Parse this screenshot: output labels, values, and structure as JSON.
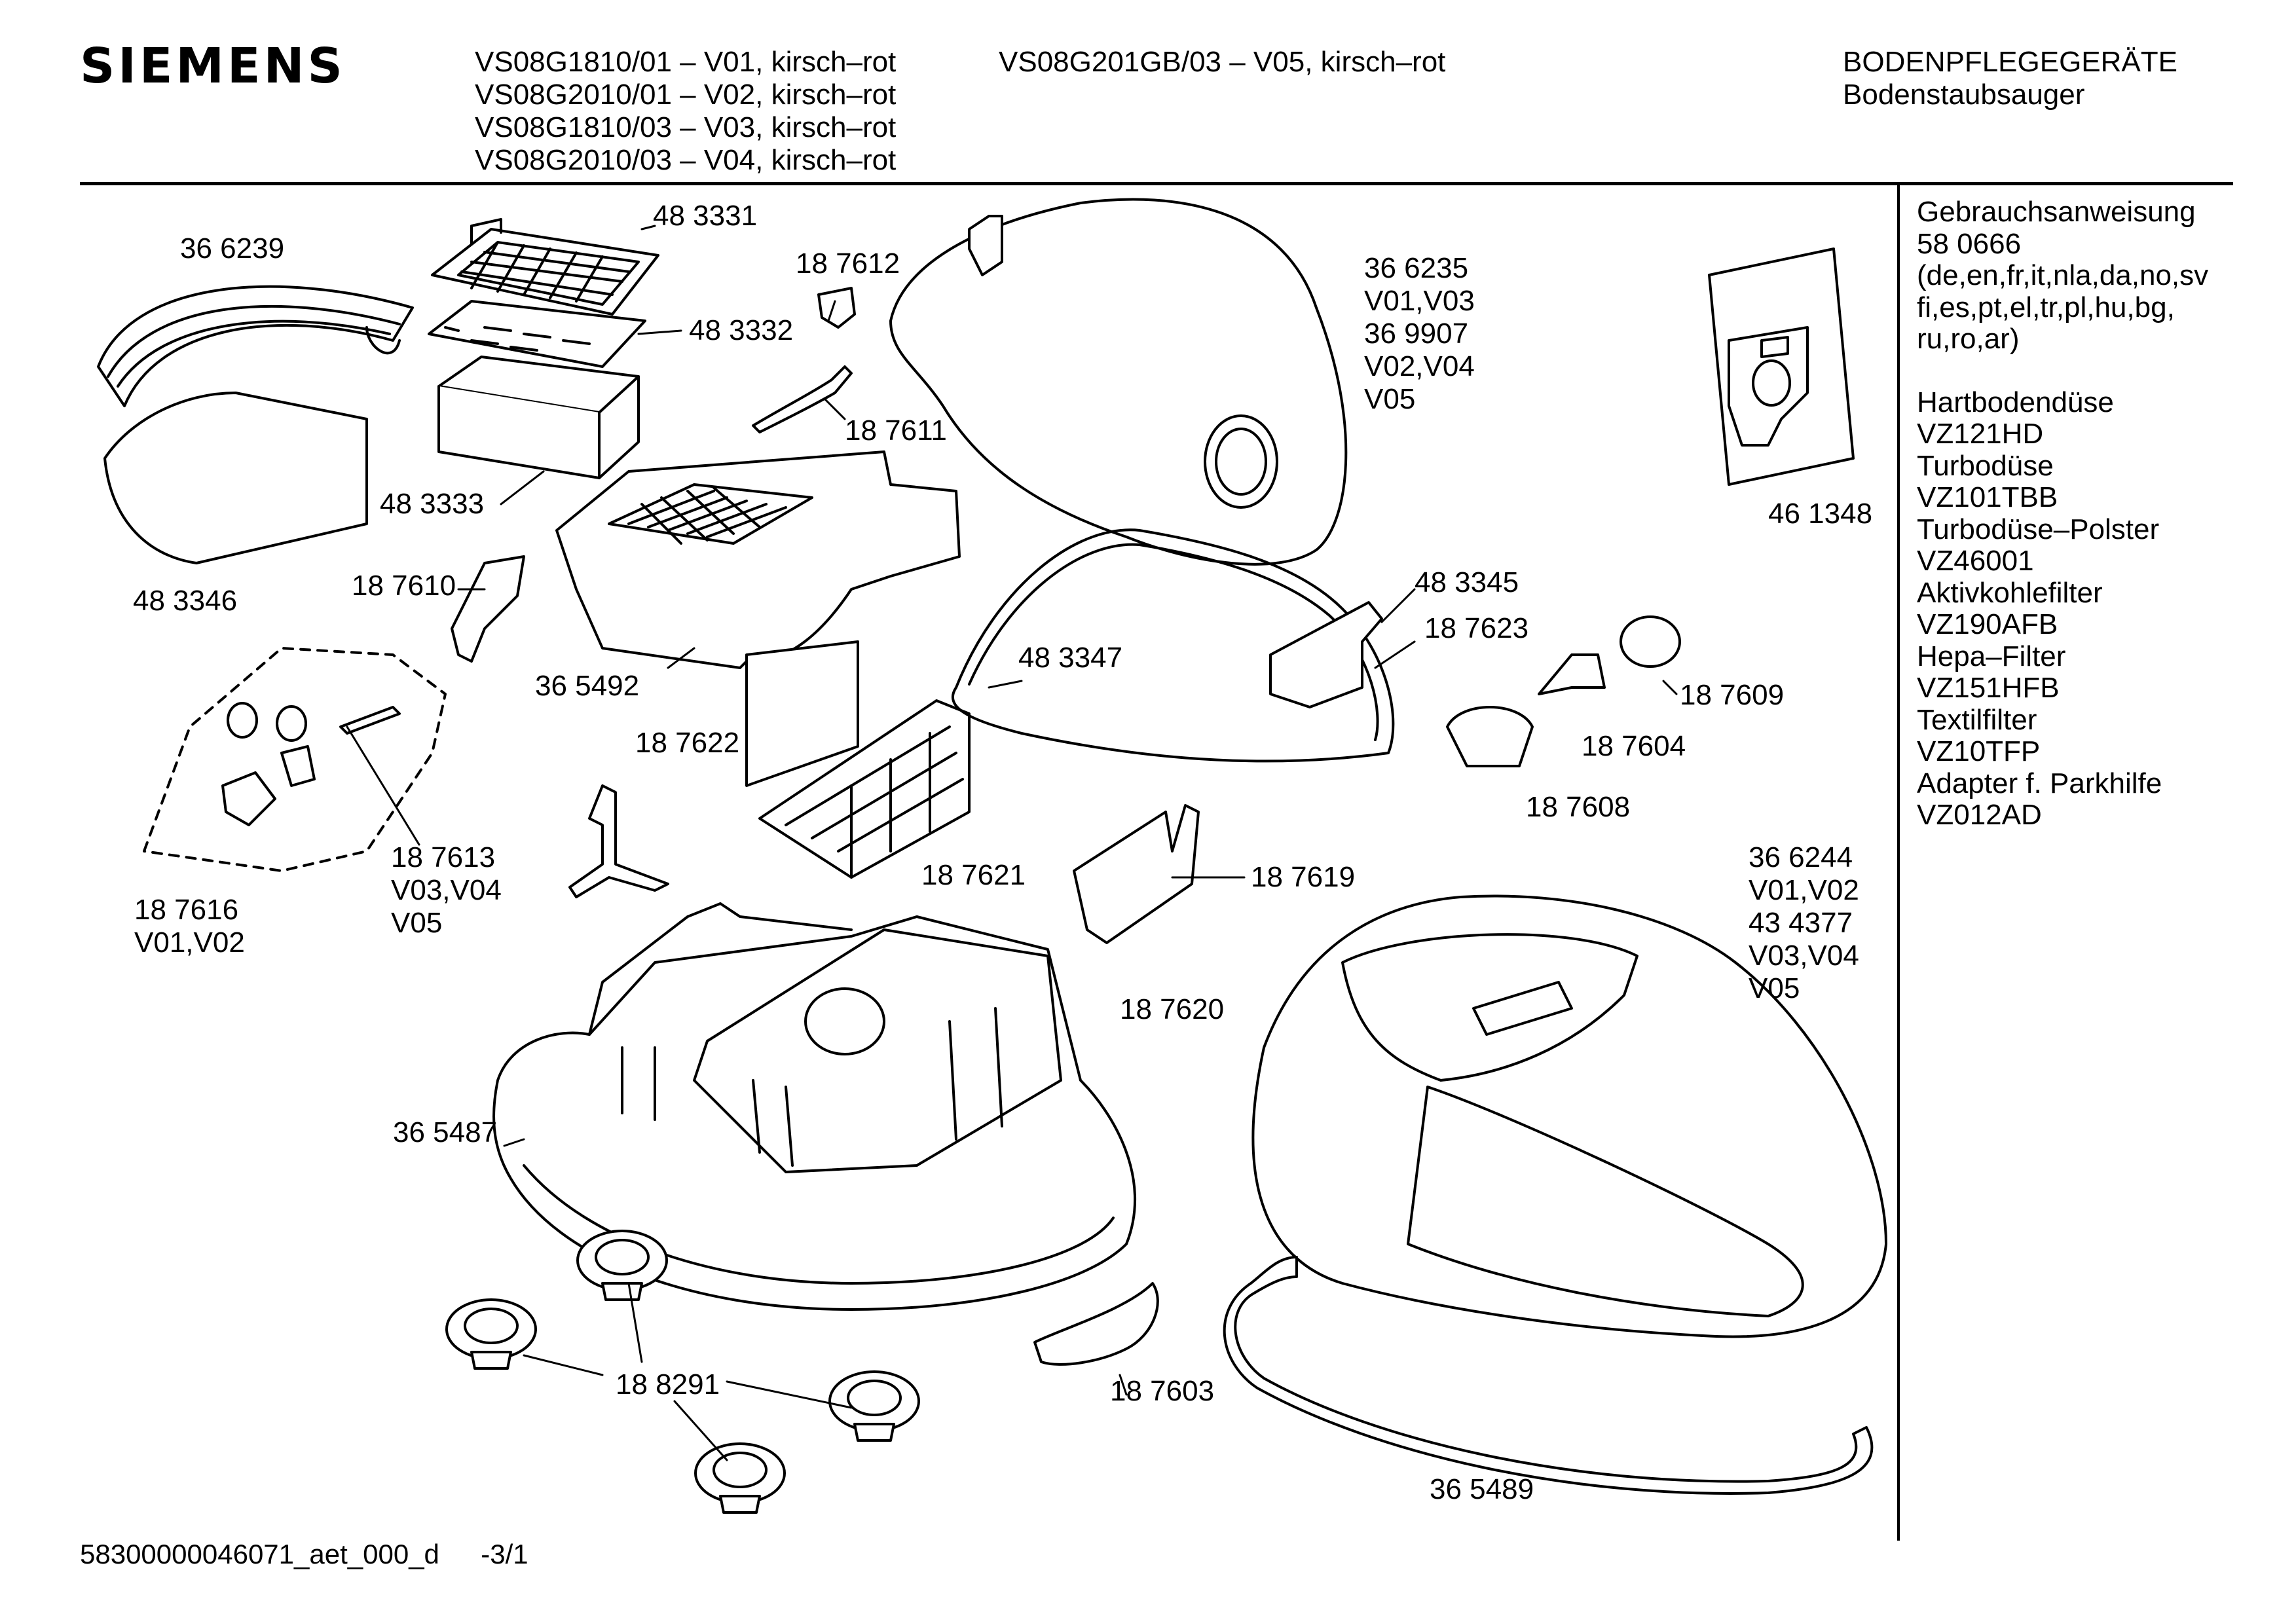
{
  "header": {
    "brand": "SIEMENS",
    "models_col1": [
      "VS08G1810/01 – V01, kirsch–rot",
      "VS08G2010/01 – V02, kirsch–rot",
      "VS08G1810/03 – V03, kirsch–rot",
      "VS08G2010/03 – V04, kirsch–rot"
    ],
    "models_col2": [
      "VS08G201GB/03 – V05,  kirsch–rot"
    ],
    "category": "BODENPFLEGEGERÄTE",
    "subcategory": "Bodenstaubsauger"
  },
  "accessories": [
    "Gebrauchsanweisung",
    "58 0666",
    "(de,en,fr,it,nla,da,no,sv",
    "fi,es,pt,el,tr,pl,hu,bg,",
    "ru,ro,ar)",
    "",
    "Hartbodendüse",
    "VZ121HD",
    "Turbodüse",
    "VZ101TBB",
    "Turbodüse–Polster",
    "VZ46001",
    "Aktivkohlefilter",
    "VZ190AFB",
    "Hepa–Filter",
    "VZ151HFB",
    "Textilfilter",
    "VZ10TFP",
    "Adapter f. Parkhilfe",
    "VZ012AD"
  ],
  "part_labels": {
    "p366239": "36 6239",
    "p483346": "48 3346",
    "p483331": "48 3331",
    "p483332": "48 3332",
    "p483333": "48 3333",
    "p187612": "18 7612",
    "p187611": "18 7611",
    "p187610": "18 7610",
    "p365492": "36 5492",
    "p187616": [
      "18 7616",
      "V01,V02"
    ],
    "p187613": [
      "18 7613",
      "V03,V04",
      "V05"
    ],
    "p187622": "18 7622",
    "p187621": "18 7621",
    "p366235": [
      "36 6235",
      "V01,V03",
      "36 9907",
      "V02,V04",
      "V05"
    ],
    "p483347": "48 3347",
    "p483345": "48 3345",
    "p187623": "18 7623",
    "p461348": "46 1348",
    "p187609": "18 7609",
    "p187604": "18 7604",
    "p187608": "18 7608",
    "p187619": "18 7619",
    "p187620": "18 7620",
    "p366244": [
      "36 6244",
      "V01,V02",
      "43 4377",
      "V03,V04",
      "V05"
    ],
    "p365487": "36 5487",
    "p188291": "18 8291",
    "p187603": "18 7603",
    "p365489": "36 5489"
  },
  "footer": {
    "doc_id": "58300000046071_aet_000_d",
    "page": "-3/1"
  }
}
